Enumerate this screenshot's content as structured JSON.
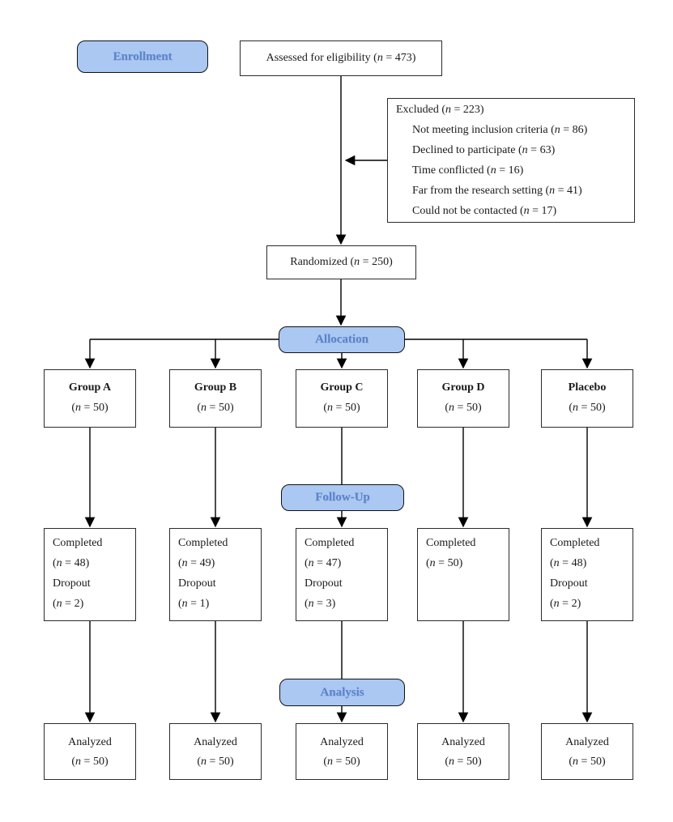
{
  "stage_labels": {
    "enrollment": "Enrollment",
    "allocation": "Allocation",
    "followup": "Follow-Up",
    "analysis": "Analysis"
  },
  "colors": {
    "stage_fill": "#aac8f2",
    "stage_text": "#5c84cc",
    "line": "#000000",
    "box_border": "#2b2b2b"
  },
  "enrollment": {
    "assessed": {
      "pre": "Assessed for eligibility (",
      "var": "n",
      "post": " = 473)"
    },
    "excluded": {
      "title": {
        "pre": "Excluded (",
        "var": "n",
        "post": " = 223)"
      },
      "reasons": [
        {
          "pre": "Not meeting inclusion criteria (",
          "var": "n",
          "post": " = 86)"
        },
        {
          "pre": "Declined to participate (",
          "var": "n",
          "post": " = 63)"
        },
        {
          "pre": "Time conflicted (",
          "var": "n",
          "post": " = 16)"
        },
        {
          "pre": "Far from the research setting (",
          "var": "n",
          "post": " = 41)"
        },
        {
          "pre": "Could not be contacted (",
          "var": "n",
          "post": " = 17)"
        }
      ]
    },
    "randomized": {
      "pre": "Randomized (",
      "var": "n",
      "post": " = 250)"
    }
  },
  "groups": [
    {
      "name": "Group A",
      "alloc": {
        "pre": "(",
        "var": "n",
        "post": " = 50)"
      },
      "followup": [
        {
          "pre": "Completed",
          "var": "",
          "post": ""
        },
        {
          "pre": "(",
          "var": "n",
          "post": " = 48)"
        },
        {
          "pre": "Dropout",
          "var": "",
          "post": ""
        },
        {
          "pre": "(",
          "var": "n",
          "post": " = 2)"
        }
      ],
      "analyzed": [
        {
          "pre": "Analyzed",
          "var": "",
          "post": ""
        },
        {
          "pre": "(",
          "var": "n",
          "post": " = 50)"
        }
      ]
    },
    {
      "name": "Group B",
      "alloc": {
        "pre": "(",
        "var": "n",
        "post": " = 50)"
      },
      "followup": [
        {
          "pre": "Completed",
          "var": "",
          "post": ""
        },
        {
          "pre": "(",
          "var": "n",
          "post": " = 49)"
        },
        {
          "pre": "Dropout",
          "var": "",
          "post": ""
        },
        {
          "pre": "(",
          "var": "n",
          "post": " = 1)"
        }
      ],
      "analyzed": [
        {
          "pre": "Analyzed",
          "var": "",
          "post": ""
        },
        {
          "pre": "(",
          "var": "n",
          "post": " = 50)"
        }
      ]
    },
    {
      "name": "Group C",
      "alloc": {
        "pre": "(",
        "var": "n",
        "post": " = 50)"
      },
      "followup": [
        {
          "pre": "Completed",
          "var": "",
          "post": ""
        },
        {
          "pre": "(",
          "var": "n",
          "post": " = 47)"
        },
        {
          "pre": "Dropout",
          "var": "",
          "post": ""
        },
        {
          "pre": "(",
          "var": "n",
          "post": " = 3)"
        }
      ],
      "analyzed": [
        {
          "pre": "Analyzed",
          "var": "",
          "post": ""
        },
        {
          "pre": "(",
          "var": "n",
          "post": " = 50)"
        }
      ]
    },
    {
      "name": "Group D",
      "alloc": {
        "pre": "(",
        "var": "n",
        "post": " = 50)"
      },
      "followup": [
        {
          "pre": "Completed",
          "var": "",
          "post": ""
        },
        {
          "pre": "(",
          "var": "n",
          "post": " = 50)"
        }
      ],
      "analyzed": [
        {
          "pre": "Analyzed",
          "var": "",
          "post": ""
        },
        {
          "pre": "(",
          "var": "n",
          "post": " = 50)"
        }
      ]
    },
    {
      "name": "Placebo",
      "alloc": {
        "pre": "(",
        "var": "n",
        "post": " = 50)"
      },
      "followup": [
        {
          "pre": "Completed",
          "var": "",
          "post": ""
        },
        {
          "pre": "(",
          "var": "n",
          "post": " = 48)"
        },
        {
          "pre": "Dropout",
          "var": "",
          "post": ""
        },
        {
          "pre": "(",
          "var": "n",
          "post": " = 2)"
        }
      ],
      "analyzed": [
        {
          "pre": "Analyzed",
          "var": "",
          "post": ""
        },
        {
          "pre": "(",
          "var": "n",
          "post": " = 50)"
        }
      ]
    }
  ]
}
